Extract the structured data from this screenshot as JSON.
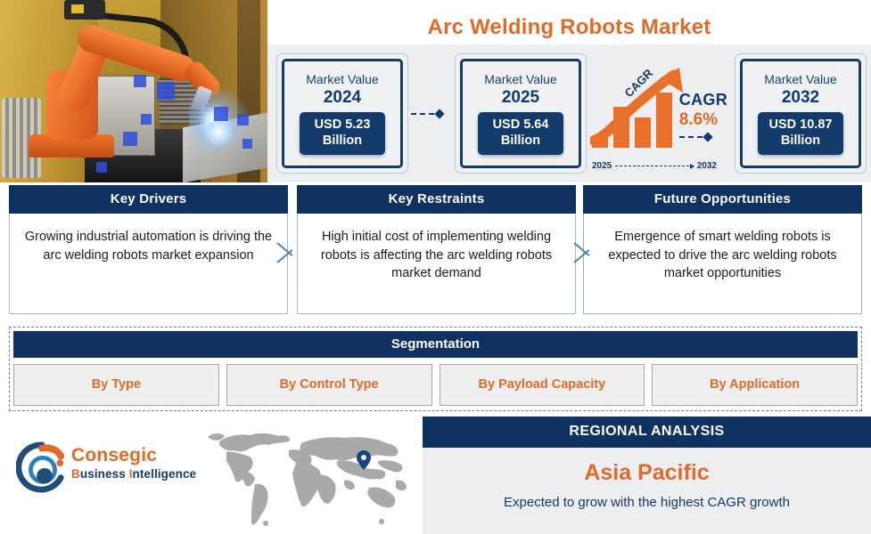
{
  "header": {
    "title": "Arc Welding Robots Market"
  },
  "photo": {
    "alt": "arc-welding-robot-photo"
  },
  "market_values": [
    {
      "label": "Market Value",
      "year": "2024",
      "value": "USD 5.23",
      "unit": "Billion"
    },
    {
      "label": "Market Value",
      "year": "2025",
      "value": "USD 5.64",
      "unit": "Billion"
    },
    {
      "label": "Market Value",
      "year": "2032",
      "value": "USD 10.87",
      "unit": "Billion"
    }
  ],
  "cagr": {
    "chart_label": "CAGR",
    "word": "CAGR",
    "value": "8.6%",
    "start_year": "2025",
    "end_year": "2032"
  },
  "panels": [
    {
      "title": "Key Drivers",
      "text": "Growing industrial automation is driving the arc welding robots market expansion"
    },
    {
      "title": "Key Restraints",
      "text": "High initial cost of implementing welding robots is affecting the arc welding robots market demand"
    },
    {
      "title": "Future Opportunities",
      "text": "Emergence of smart welding robots is expected to drive the arc welding robots market opportunities"
    }
  ],
  "segmentation": {
    "title": "Segmentation",
    "items": [
      {
        "label": "By Type"
      },
      {
        "label": "By Control Type"
      },
      {
        "label": "By Payload Capacity"
      },
      {
        "label": "By Application"
      }
    ]
  },
  "logo": {
    "name": "Consegic",
    "sub_parts": [
      {
        "text": "B",
        "color": "orange"
      },
      {
        "text": "usiness ",
        "color": "navy"
      },
      {
        "text": "I",
        "color": "orange"
      },
      {
        "text": "ntelligence",
        "color": "navy"
      }
    ]
  },
  "region": {
    "heading": "REGIONAL ANALYSIS",
    "name": "Asia Pacific",
    "description": "Expected to grow with the highest CAGR growth"
  },
  "colors": {
    "navy": "#103263",
    "orange": "#e06a28",
    "panel_bg": "#eceef0",
    "map_gray": "#a8a8a8"
  }
}
